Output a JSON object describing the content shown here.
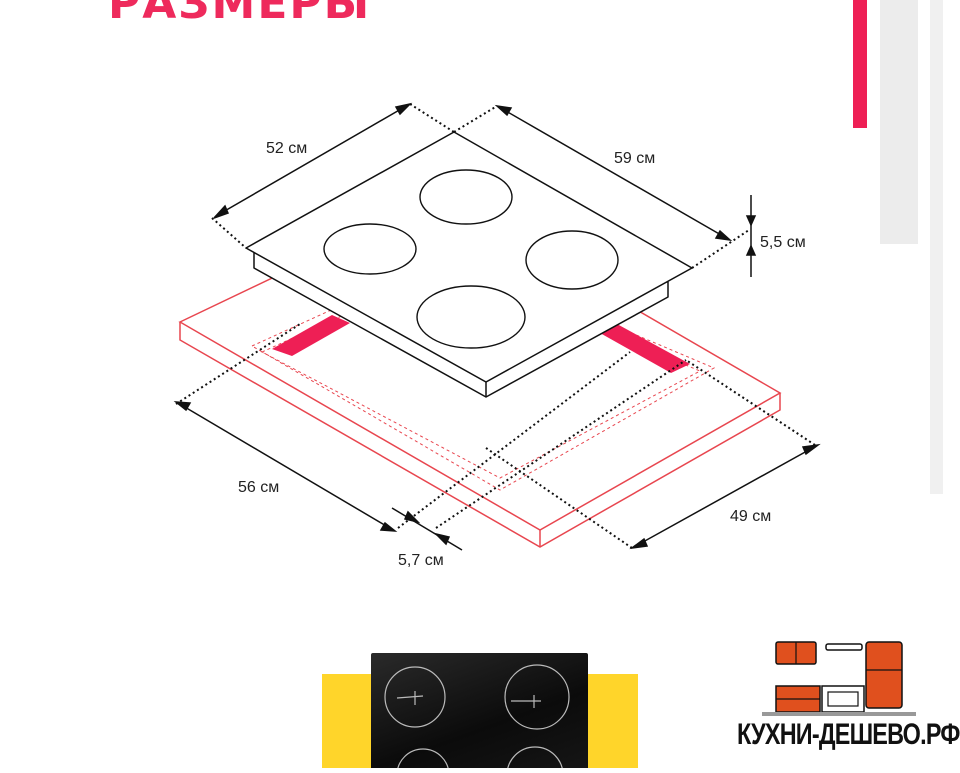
{
  "title": "РАЗМЕРЫ",
  "dimensions": {
    "hob_width": "52 см",
    "hob_depth": "59 см",
    "hob_height": "5,5 см",
    "cutout_width": "56 см",
    "cutout_depth": "49 см",
    "edge_offset": "5,7 см"
  },
  "logo": {
    "text": "КУХНИ-ДЕШЕВО.РФ"
  },
  "colors": {
    "accent": "#ee1f55",
    "countertop_line": "#e8464f",
    "cutout_fill": "#ee1f55",
    "photo_background": "#ffd52a",
    "logo_orange": "#e0501e"
  }
}
